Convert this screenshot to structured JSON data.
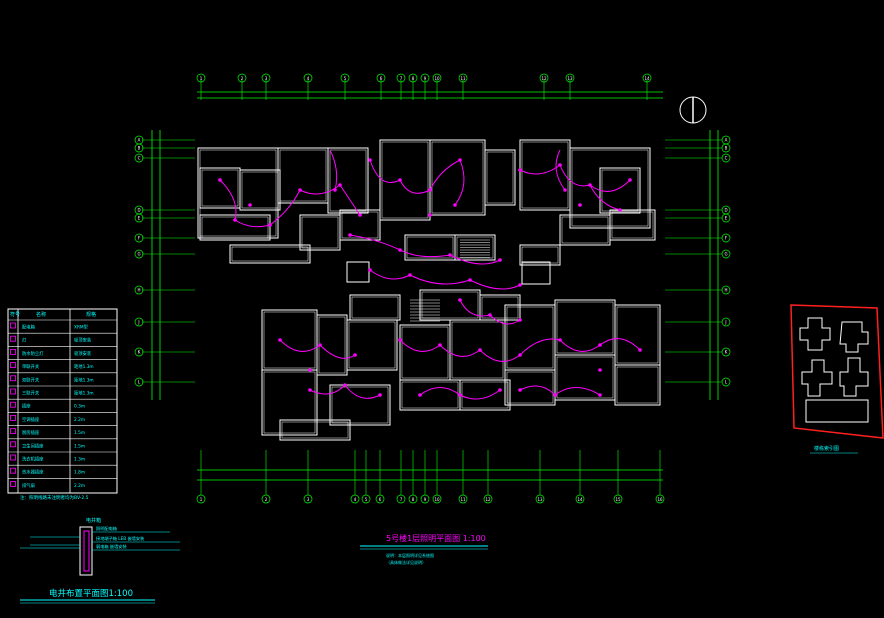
{
  "colors": {
    "background": "#000000",
    "walls": "#ffffff",
    "grid": "#00ff00",
    "wiring": "#ff00ff",
    "text": "#00ffff",
    "keyplan_frame": "#ff2020"
  },
  "drawing": {
    "title": "5号楼1层照明平面图 1:100",
    "note_line1": "说明：本层照明详见系统图",
    "note_line2": "（具体做法详见说明）"
  },
  "shaft_plan": {
    "title": "电井布置平面图1:100",
    "box_label": "电井箱",
    "notes": [
      "照明配电箱",
      "接地端子箱 LEB 嵌墙安装",
      "弱电箱 嵌墙安装"
    ]
  },
  "keyplan": {
    "label": "楼栋索引图"
  },
  "legend": {
    "rows": [
      {
        "icon": "panel-icon",
        "name": "配电箱",
        "spec": "XRM型"
      },
      {
        "icon": "lamp-icon",
        "name": "灯",
        "spec": "吸顶安装"
      },
      {
        "icon": "lamp-icon",
        "name": "防水防尘灯",
        "spec": "吸顶安装"
      },
      {
        "icon": "switch-icon",
        "name": "单联开关",
        "spec": "距地1.3m"
      },
      {
        "icon": "switch-icon",
        "name": "双联开关",
        "spec": "距地1.3m"
      },
      {
        "icon": "switch-icon",
        "name": "三联开关",
        "spec": "距地1.3m"
      },
      {
        "icon": "socket-icon",
        "name": "插座",
        "spec": "0.3m"
      },
      {
        "icon": "socket-icon",
        "name": "空调插座",
        "spec": "2.2m"
      },
      {
        "icon": "socket-icon",
        "name": "厨房插座",
        "spec": "1.5m"
      },
      {
        "icon": "socket-icon",
        "name": "卫生间插座",
        "spec": "1.5m"
      },
      {
        "icon": "socket-icon",
        "name": "洗衣机插座",
        "spec": "1.3m"
      },
      {
        "icon": "socket-icon",
        "name": "热水器插座",
        "spec": "1.8m"
      },
      {
        "icon": "socket-icon",
        "name": "排气扇",
        "spec": "2.2m"
      }
    ],
    "header": [
      "符号",
      "名称",
      "规格"
    ],
    "footnote": "注：照明线路未注明者均为BV-2.5"
  },
  "axes": {
    "top": [
      "1",
      "2",
      "3",
      "4",
      "5",
      "6",
      "7",
      "8",
      "9",
      "10",
      "11",
      "12",
      "13",
      "14"
    ],
    "left": [
      "A",
      "B",
      "C",
      "D",
      "E",
      "F",
      "G",
      "H",
      "J",
      "K",
      "L"
    ],
    "right": [
      "A",
      "B",
      "C",
      "D",
      "E",
      "F",
      "G",
      "H",
      "J",
      "K",
      "L"
    ],
    "bottom": [
      "1",
      "2",
      "3",
      "4",
      "5",
      "6",
      "7",
      "8",
      "9",
      "10",
      "11",
      "12",
      "13",
      "14",
      "15",
      "16"
    ]
  }
}
